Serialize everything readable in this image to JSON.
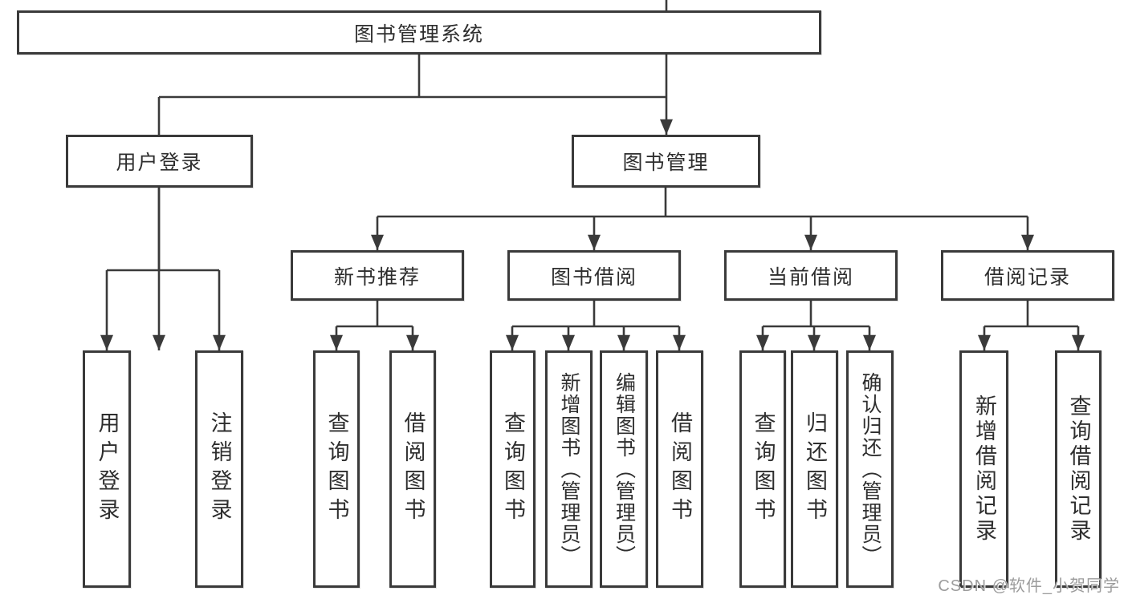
{
  "tree": {
    "label": "图书管理系统",
    "children": [
      {
        "label": "用户登录",
        "children": [
          {
            "label": "用户登录"
          },
          {
            "label": "注销登录"
          }
        ]
      },
      {
        "label": "图书管理",
        "children": [
          {
            "label": "新书推荐",
            "children": [
              {
                "label": "查询图书"
              },
              {
                "label": "借阅图书"
              }
            ]
          },
          {
            "label": "图书借阅",
            "children": [
              {
                "label": "查询图书"
              },
              {
                "label": "新增图书（管理员）"
              },
              {
                "label": "编辑图书（管理员）"
              },
              {
                "label": "借阅图书"
              }
            ]
          },
          {
            "label": "当前借阅",
            "children": [
              {
                "label": "查询图书"
              },
              {
                "label": "归还图书"
              },
              {
                "label": "确认归还（管理员）"
              }
            ]
          },
          {
            "label": "借阅记录",
            "children": [
              {
                "label": "新增借阅记录"
              },
              {
                "label": "查询借阅记录"
              }
            ]
          }
        ]
      }
    ]
  },
  "watermark": "CSDN @软件_小贺同学",
  "colors": {
    "line": "#3a3a3a",
    "text": "#2e2e2e",
    "background": "#ffffff",
    "watermark": "#949494"
  }
}
